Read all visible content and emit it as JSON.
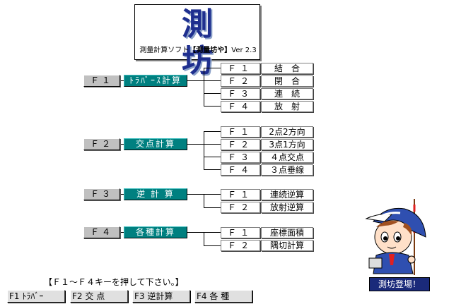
{
  "title": {
    "main": "測坊",
    "subtitle_prefix": "測量計算ソフト",
    "subtitle_highlight": "【測量坊や】",
    "subtitle_version": "Ver 2.3"
  },
  "groups": [
    {
      "key": "Ｆ１",
      "category": "ﾄﾗﾊﾞｰｽ計算",
      "items": [
        {
          "key": "Ｆ１",
          "label": "結　合"
        },
        {
          "key": "Ｆ２",
          "label": "閉　合"
        },
        {
          "key": "Ｆ３",
          "label": "連　続"
        },
        {
          "key": "Ｆ４",
          "label": "放　射"
        }
      ]
    },
    {
      "key": "Ｆ２",
      "category": "交点計算",
      "items": [
        {
          "key": "Ｆ１",
          "label": "2点2方向"
        },
        {
          "key": "Ｆ２",
          "label": "3点1方向"
        },
        {
          "key": "Ｆ３",
          "label": "４点交点"
        },
        {
          "key": "Ｆ４",
          "label": "３点垂線"
        }
      ]
    },
    {
      "key": "Ｆ３",
      "category": "逆 計 算",
      "items": [
        {
          "key": "Ｆ１",
          "label": "連続逆算"
        },
        {
          "key": "Ｆ２",
          "label": "放射逆算"
        }
      ]
    },
    {
      "key": "Ｆ４",
      "category": "各種計算",
      "items": [
        {
          "key": "Ｆ１",
          "label": "座標面積"
        },
        {
          "key": "Ｆ２",
          "label": "隅切計算"
        }
      ]
    }
  ],
  "prompt": "【Ｆ１～Ｆ４キーを押して下さい。】",
  "function_bar": [
    {
      "key": "F1",
      "label": "ﾄﾗﾊﾞｰ"
    },
    {
      "key": "F2",
      "label": "交 点"
    },
    {
      "key": "F3",
      "label": "逆計算"
    },
    {
      "key": "F4",
      "label": "各 種"
    }
  ],
  "mascot_badge": "測坊登場！",
  "colors": {
    "category_bg": "#008080",
    "title_text": "#1f2f8f",
    "badge_bg": "#1a2a7a"
  }
}
